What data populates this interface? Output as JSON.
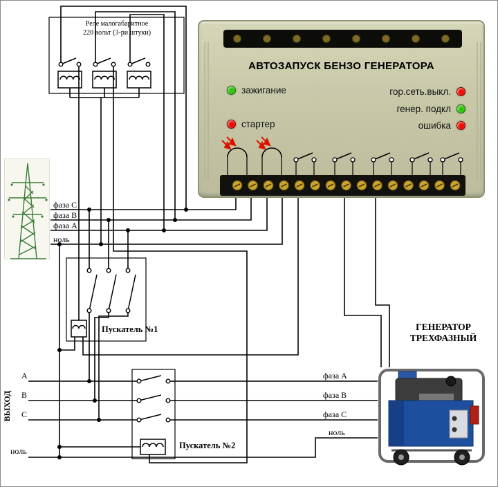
{
  "relay_box": {
    "label_line1": "Реле малогабаритное",
    "label_line2": "220 вольт (3-ри штуки)"
  },
  "controller": {
    "title": "АВТОЗАПУСК БЕНЗО ГЕНЕРАТОРА",
    "leds_left": [
      {
        "label": "зажигание",
        "color": "#2ec70e"
      },
      {
        "label": "стартер",
        "color": "#ef1005"
      }
    ],
    "leds_right": [
      {
        "label": "гор.сеть.выкл.",
        "color": "#ef1005"
      },
      {
        "label": "генер. подкл",
        "color": "#2ec70e"
      },
      {
        "label": "ошибка",
        "color": "#ef1005"
      }
    ]
  },
  "mains": {
    "phase_labels": [
      "фаза С",
      "фаза В",
      "фаза А",
      "ноль"
    ]
  },
  "contactor1": {
    "label": "Пускатель №1"
  },
  "contactor2": {
    "label": "Пускатель №2"
  },
  "output": {
    "label": "ВЫХОД",
    "line_labels": [
      "А",
      "В",
      "С",
      "ноль"
    ]
  },
  "generator": {
    "title_line1": "ГЕНЕРАТОР",
    "title_line2": "ТРЕХФАЗНЫЙ",
    "phase_labels": [
      "фаза А",
      "фаза В",
      "фаза С",
      "ноль"
    ]
  },
  "colors": {
    "wire": "#000000",
    "controller_body": "#c9c9aa",
    "led_green": "#2ec70e",
    "led_red": "#ef1005",
    "terminal_screw": "#c9a42e",
    "generator_blue": "#1d4f9e",
    "pylon_green": "#3a7d36"
  }
}
